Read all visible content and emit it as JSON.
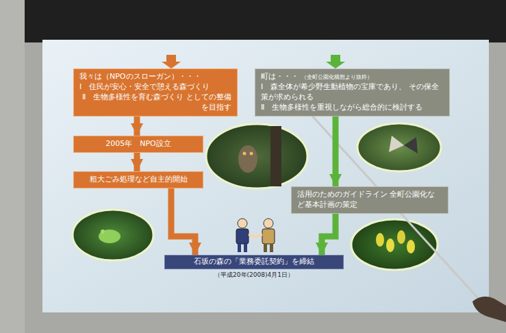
{
  "diagram": {
    "nodes": [
      {
        "text": [
          "我々は（NPOのスローガン）・・・",
          "Ⅰ　住民が安心・安全で憩える森づくり",
          "Ⅱ　生物多様性を育む森づくり としての整備を目指す"
        ]
      },
      {
        "text": [
          "町は・・・",
          "（全町公園化構想より抜粋）",
          "Ⅰ　森全体が希少野生動植物の宝庫であり、 その保全策が求められる",
          "Ⅱ　生物多様性を重視しながら総合的に検討する"
        ]
      },
      {
        "text": [
          "2005年　NPO設立"
        ]
      },
      {
        "text": [
          "粗大ごみ処理など自主的開始"
        ]
      },
      {
        "text": [
          "活用のためのガイドライン 全町公園化など基本計画の策定"
        ]
      },
      {
        "text": [
          "石坂の森の「業務委託契約」を締結",
          "（平成20年(2008)4月1日）"
        ]
      }
    ],
    "edges": [
      {
        "from": 0,
        "to": 2,
        "arrow": "to"
      },
      {
        "from": 2,
        "to": 3,
        "arrow": "to"
      },
      {
        "from": 3,
        "to": 5,
        "arrow": "to"
      },
      {
        "from": 1,
        "to": 4,
        "arrow": "to"
      },
      {
        "from": 4,
        "to": 5,
        "arrow": "to"
      }
    ]
  }
}
